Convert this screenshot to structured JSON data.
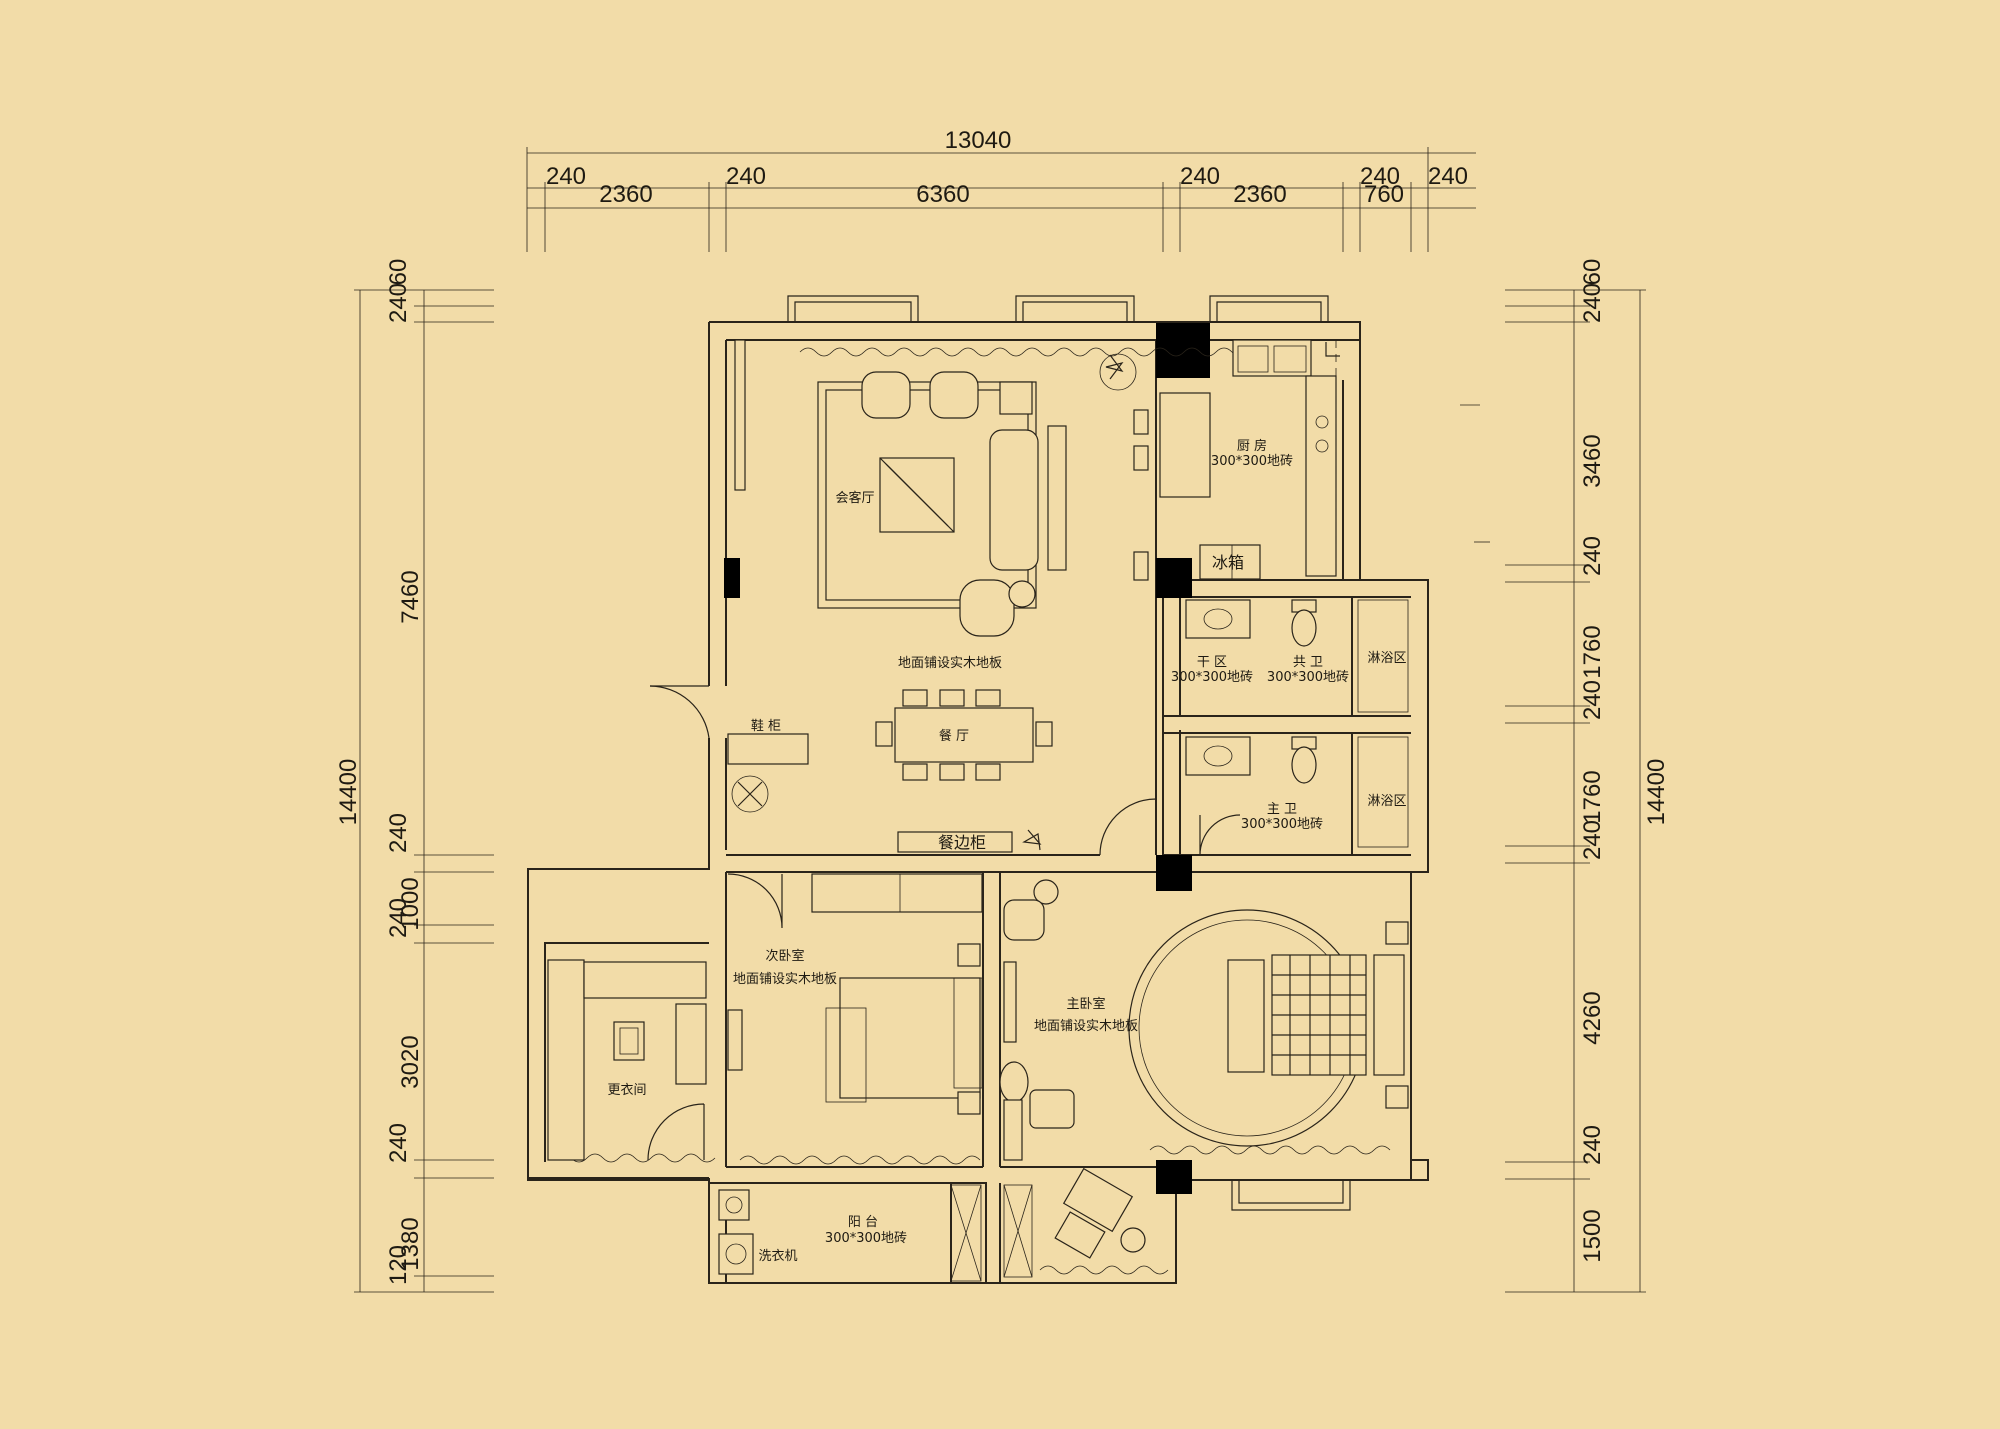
{
  "dimensions": {
    "top_total": "13040",
    "top_row1": [
      "240",
      "240",
      "240",
      "240",
      "240"
    ],
    "top_row2": [
      "2360",
      "6360",
      "2360",
      "760"
    ],
    "left_total": "14400",
    "left_segments": [
      "240",
      "60",
      "7460",
      "240",
      "240",
      "1000",
      "3020",
      "240",
      "1380",
      "120"
    ],
    "right_total": "14400",
    "right_segments": [
      "240",
      "60",
      "3460",
      "240",
      "1760",
      "240",
      "1760",
      "240",
      "4260",
      "240",
      "1500"
    ]
  },
  "rooms": {
    "living": "会客厅",
    "living_floor": "地面铺设实木地板",
    "dining": "餐  厅",
    "shoe_cabinet": "鞋 柜",
    "sideboard": "餐边柜",
    "kitchen": "厨 房",
    "kitchen_floor": "300*300地砖",
    "fridge": "冰箱",
    "dry_zone": "干 区",
    "dry_zone_floor": "300*300地砖",
    "common_bath": "共 卫",
    "common_bath_floor": "300*300地砖",
    "shower1": "淋浴区",
    "master_bath": "主 卫",
    "master_bath_floor": "300*300地砖",
    "shower2": "淋浴区",
    "second_bedroom": "次卧室",
    "second_bedroom_floor": "地面铺设实木地板",
    "master_bedroom": "主卧室",
    "master_bedroom_floor": "地面铺设实木地板",
    "cloakroom": "更衣间",
    "balcony": "阳 台",
    "balcony_floor": "300*300地砖",
    "washer": "洗衣机"
  }
}
